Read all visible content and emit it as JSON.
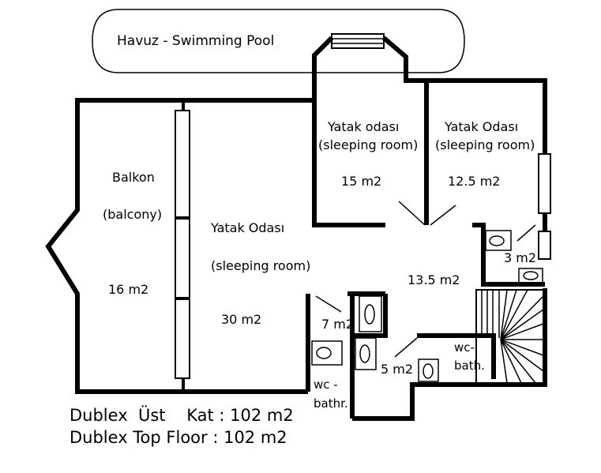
{
  "pool": {
    "label": "Havuz - Swimming Pool"
  },
  "rooms": {
    "balcony": {
      "name": "Balkon",
      "name_en": "(balcony)",
      "area": "16  m2"
    },
    "bedroom_main": {
      "name": "Yatak Odası",
      "name_en": "(sleeping room)",
      "area": "30  m2"
    },
    "bedroom_center": {
      "name": "Yatak odası",
      "name_en": "(sleeping room)",
      "area": "15  m2"
    },
    "bedroom_right": {
      "name": "Yatak Odası",
      "name_en": "(sleeping room)",
      "area": "12.5  m2"
    },
    "hall": {
      "area": "13.5 m2"
    },
    "wc_small": {
      "area": "3 m2"
    },
    "bath_left": {
      "area": "7 m2"
    },
    "bath_mid": {
      "area": "5 m2"
    },
    "wc_bath_right": {
      "line1": "wc-",
      "line2": "bath."
    },
    "wc_bath_left": {
      "line1": "wc -",
      "line2": "bathr."
    }
  },
  "caption": {
    "line1": "Dublex  Üst    Kat : 102 m2",
    "line2": "Dublex Top Floor : 102 m2"
  }
}
